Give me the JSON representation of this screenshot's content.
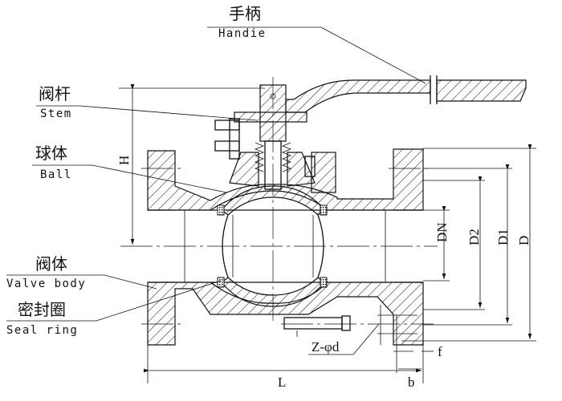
{
  "title": "Flanged ball valve structure diagram",
  "parts": [
    {
      "cn": "手柄",
      "en": "Handie"
    },
    {
      "cn": "阀杆",
      "en": "Stem"
    },
    {
      "cn": "球体",
      "en": "Ball"
    },
    {
      "cn": "阀体",
      "en": "Valve body"
    },
    {
      "cn": "密封圈",
      "en": "Seal ring"
    }
  ],
  "dimensions": {
    "height": "H",
    "length": "L",
    "nominal": "DN",
    "d2": "D2",
    "d1": "D1",
    "d": "D",
    "bolts": "Z-φd",
    "flange_thickness": "b",
    "raised_face": "f"
  }
}
